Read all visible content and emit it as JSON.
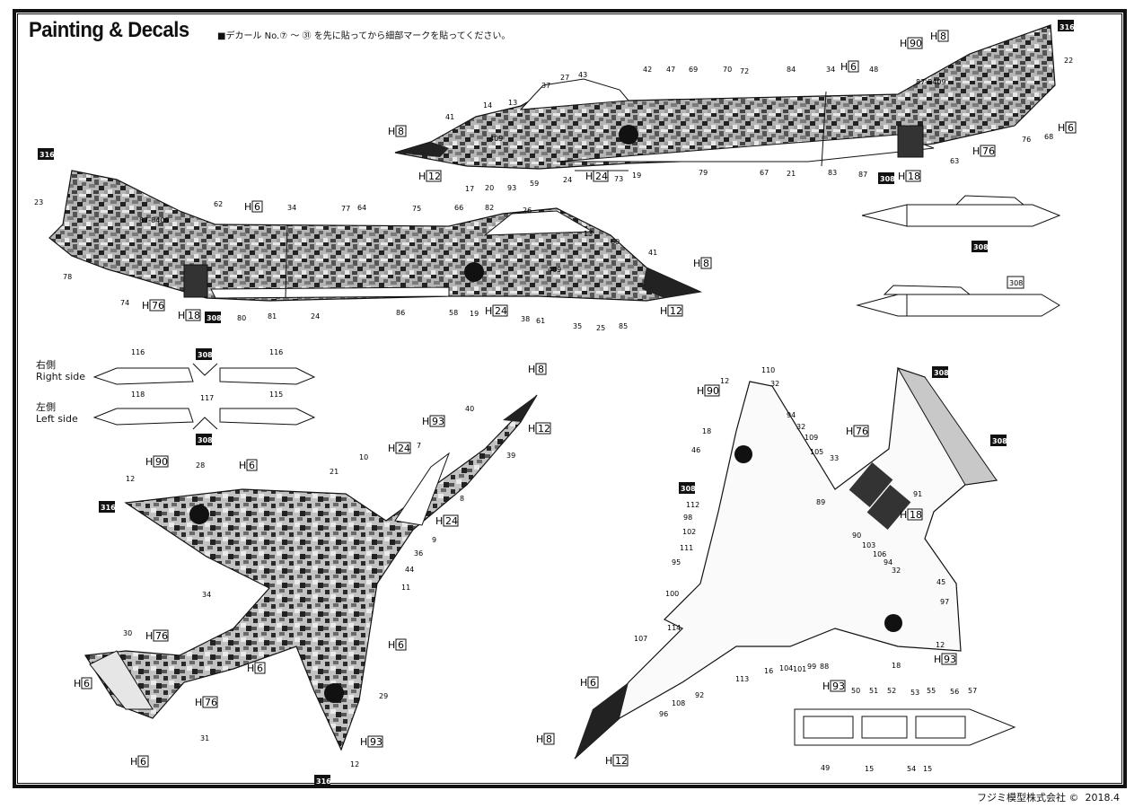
{
  "header": {
    "title": "Painting & Decals",
    "instruction": "■デカール No.⑦ ～ ㉛ を先に貼ってから細部マークを貼ってください。"
  },
  "footer": {
    "company": "フジミ模型株式会社 ©",
    "date": "2018.4"
  },
  "aircraft": {
    "serial_upper": "87-8409",
    "serial_lower": "87-8409",
    "nose_number_upper": "409",
    "nose_number_lower": "409"
  },
  "labels": {
    "right_side_jp": "右側",
    "right_side_en": "Right side",
    "left_side_jp": "左側",
    "left_side_en": "Left side"
  },
  "decal_boxes": {
    "d316": "316",
    "d308": "308"
  },
  "hull_codes": {
    "h8": "8",
    "h90": "90",
    "h6": "6",
    "h12": "12",
    "h24": "24",
    "h18": "18",
    "h76": "76",
    "h93": "93"
  },
  "callouts_top": [
    "41",
    "14",
    "13",
    "37",
    "27",
    "43",
    "42",
    "47",
    "69",
    "70",
    "72",
    "84",
    "34",
    "48",
    "22",
    "68",
    "76",
    "63",
    "87",
    "83",
    "21",
    "67",
    "79",
    "19",
    "73",
    "24",
    "59",
    "93",
    "20",
    "17",
    "65"
  ],
  "callouts_mid": [
    "23",
    "62",
    "34",
    "77",
    "64",
    "75",
    "66",
    "82",
    "26",
    "13",
    "60",
    "41",
    "78",
    "74",
    "80",
    "81",
    "24",
    "86",
    "58",
    "19",
    "38",
    "61",
    "35",
    "25",
    "85"
  ],
  "callouts_plan": [
    "40",
    "39",
    "7",
    "8",
    "9",
    "10",
    "21",
    "28",
    "12",
    "36",
    "44",
    "11",
    "34",
    "30",
    "31",
    "29",
    "12"
  ],
  "callouts_under": [
    "12",
    "110",
    "32",
    "94",
    "32",
    "109",
    "105",
    "33",
    "18",
    "46",
    "112",
    "98",
    "102",
    "111",
    "95",
    "89",
    "90",
    "103",
    "106",
    "94",
    "32",
    "45",
    "97",
    "12",
    "100",
    "114",
    "107",
    "108",
    "92",
    "96",
    "113",
    "16",
    "104",
    "101",
    "99",
    "88",
    "91",
    "18"
  ],
  "callouts_canopy": [
    "50",
    "51",
    "52",
    "53",
    "55",
    "56",
    "57",
    "49",
    "15",
    "54",
    "15"
  ],
  "callouts_tank": [
    "116",
    "116",
    "118",
    "115",
    "117"
  ]
}
